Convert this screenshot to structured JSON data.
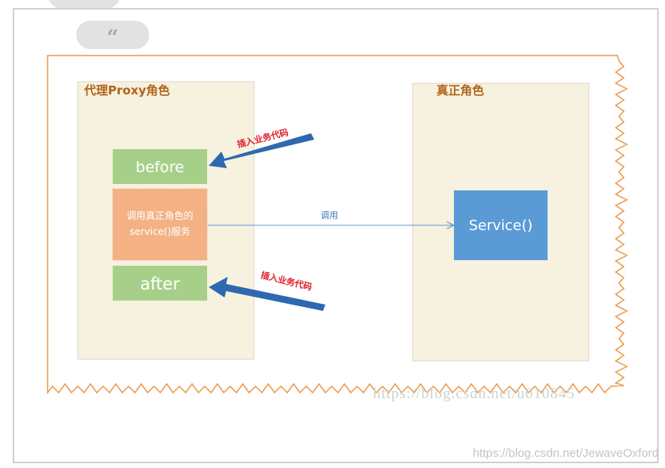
{
  "proxy_role_title": "代理Proxy角色",
  "real_role_title": "真正角色",
  "before_label": "before",
  "call_box_line1": "调用真正角色的",
  "call_box_line2": "service()服务",
  "after_label": "after",
  "service_label": "Service()",
  "call_arrow_label": "调用",
  "insert_code_top": "插入业务代码",
  "insert_code_bottom": "插入业务代码",
  "quote_glyph": "“",
  "ghost_watermark": "https://blog.csdn.net/u010845",
  "watermark": "https://blog.csdn.net/JewaveOxford",
  "colors": {
    "role_panel": "#f7f1df",
    "frame_border": "#e89a48",
    "green_box": "#a6d089",
    "orange_box": "#f4b184",
    "service_box": "#5b9bd5",
    "arrow_blue": "#2e68b0",
    "call_line": "#5b9bd5",
    "title_text": "#b0641a",
    "red_label": "#e0202a"
  }
}
